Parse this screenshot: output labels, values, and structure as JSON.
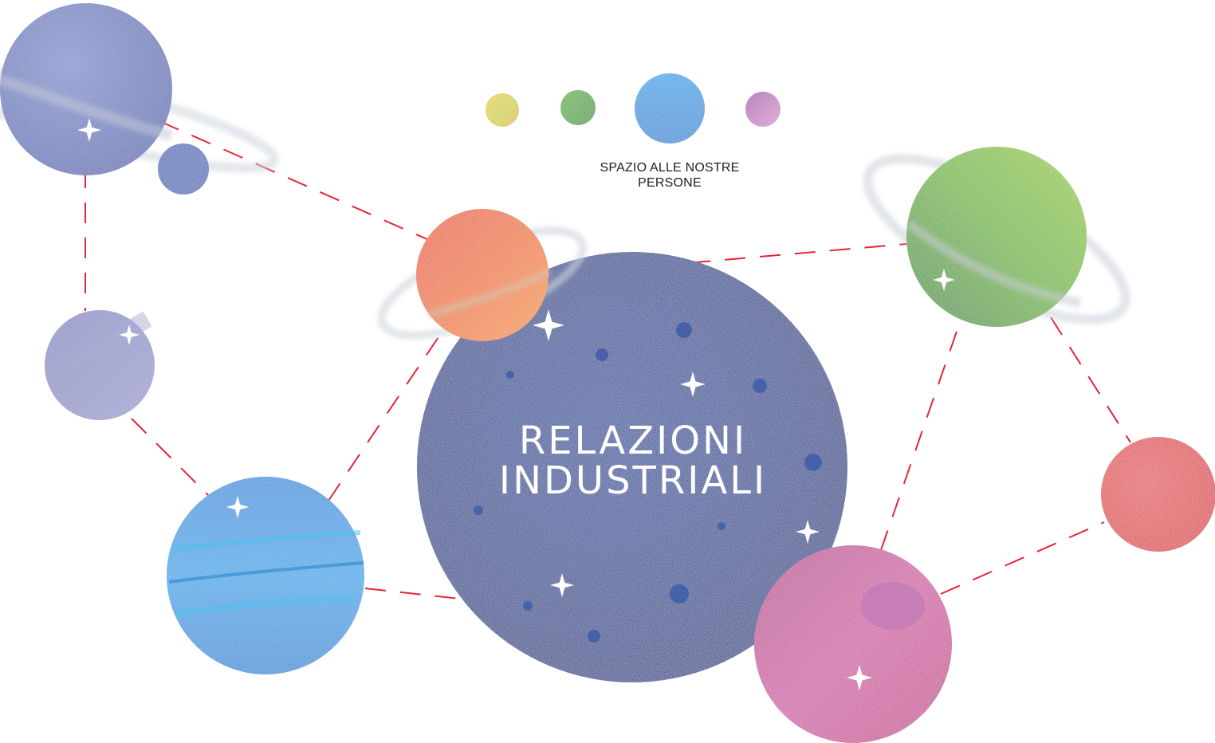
{
  "header": {
    "caption_line1": "SPAZIO ALLE NOSTRE",
    "caption_line2": "PERSONE",
    "legend_dots": [
      {
        "name": "yellow-planet-icon",
        "color": "#e8c02a"
      },
      {
        "name": "green-planet-icon",
        "color": "#4faa3a"
      },
      {
        "name": "blue-planet-icon",
        "color": "#1b9be3"
      },
      {
        "name": "purple-planet-icon",
        "color": "#b15fb0"
      }
    ]
  },
  "main": {
    "title_line1": "RELAZIONI",
    "title_line2": "INDUSTRIALI"
  },
  "colors": {
    "navy": "#1d3f8f",
    "dash_line": "#e4253a",
    "orange": "#ee6a2a",
    "green": "#5fa832",
    "magenta": "#c54a98",
    "red": "#e0484f",
    "cyan": "#1e95dd",
    "lavender": "#8c90c4",
    "indigo": "#4e64ae"
  }
}
